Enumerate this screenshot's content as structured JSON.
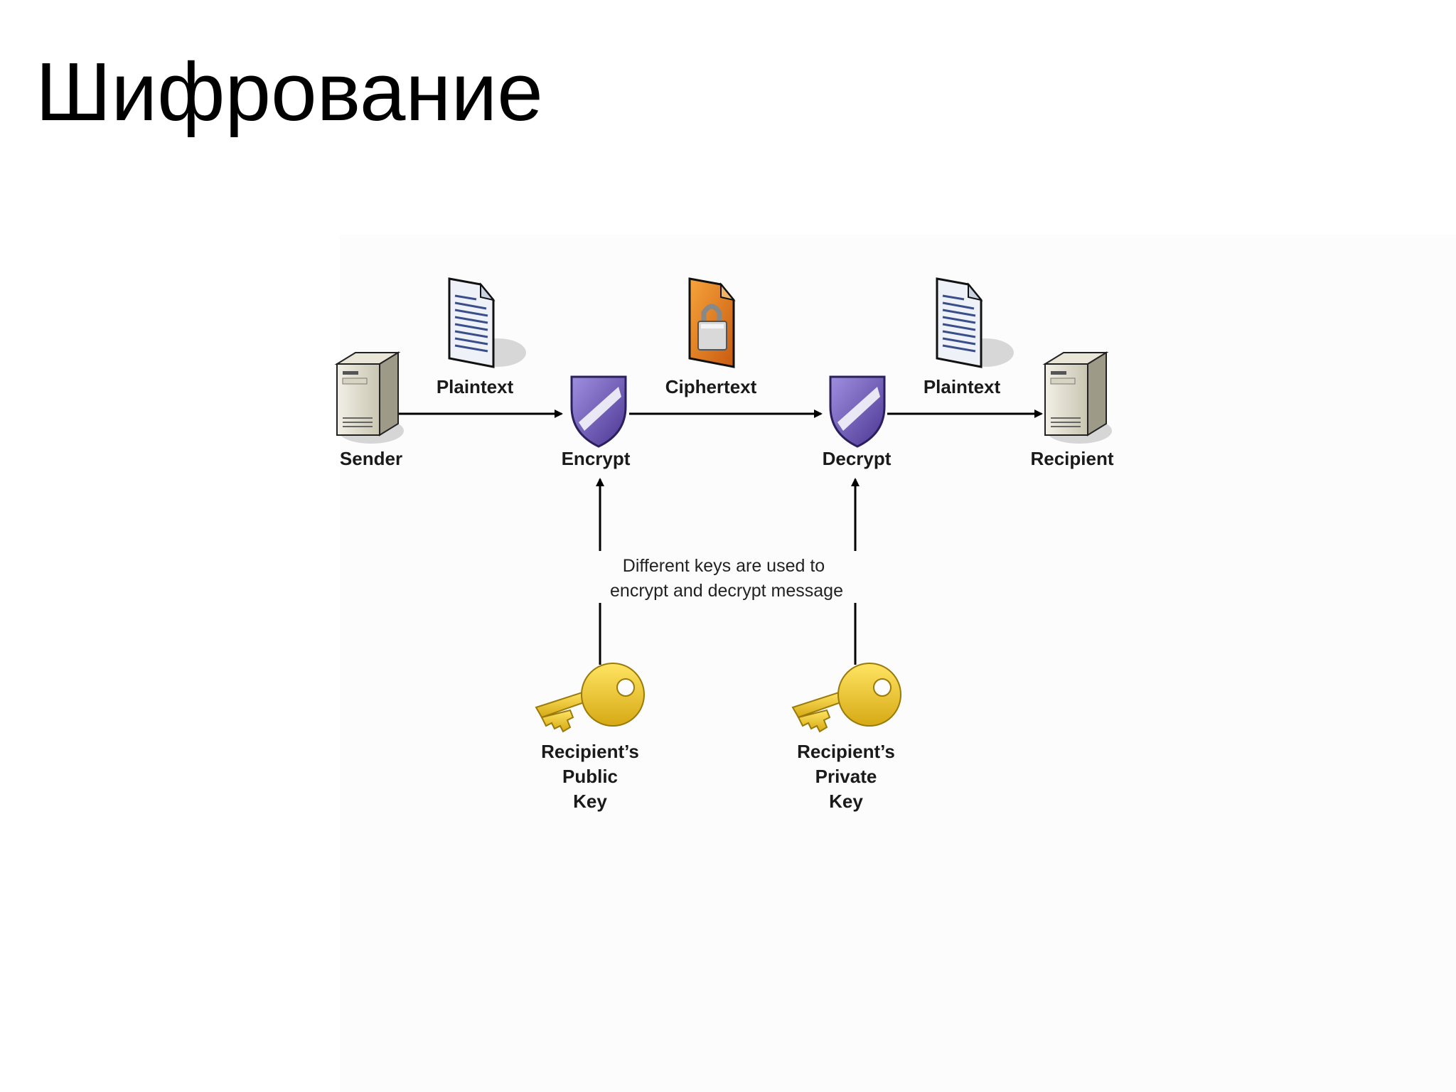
{
  "title": "Шифрование",
  "diagram": {
    "sender_label": "Sender",
    "recipient_label": "Recipient",
    "plaintext_in_label": "Plaintext",
    "ciphertext_label": "Ciphertext",
    "plaintext_out_label": "Plaintext",
    "encrypt_label": "Encrypt",
    "decrypt_label": "Decrypt",
    "note_line1": "Different keys are used to",
    "note_line2": "encrypt and decrypt message",
    "public_key_line1": "Recipient’s",
    "public_key_line2": "Public",
    "public_key_line3": "Key",
    "private_key_line1": "Recipient’s",
    "private_key_line2": "Private",
    "private_key_line3": "Key"
  },
  "icons": {
    "sender": "server-icon",
    "recipient": "server-icon",
    "plaintext_doc": "document-icon",
    "ciphertext_doc": "locked-document-icon",
    "encrypt": "shield-icon",
    "decrypt": "shield-icon",
    "public_key": "key-icon",
    "private_key": "key-icon"
  },
  "colors": {
    "shield": "#6b55b5",
    "key": "#f2c61f",
    "lock_doc": "#e8801f",
    "doc_lines": "#3a4f8a"
  }
}
